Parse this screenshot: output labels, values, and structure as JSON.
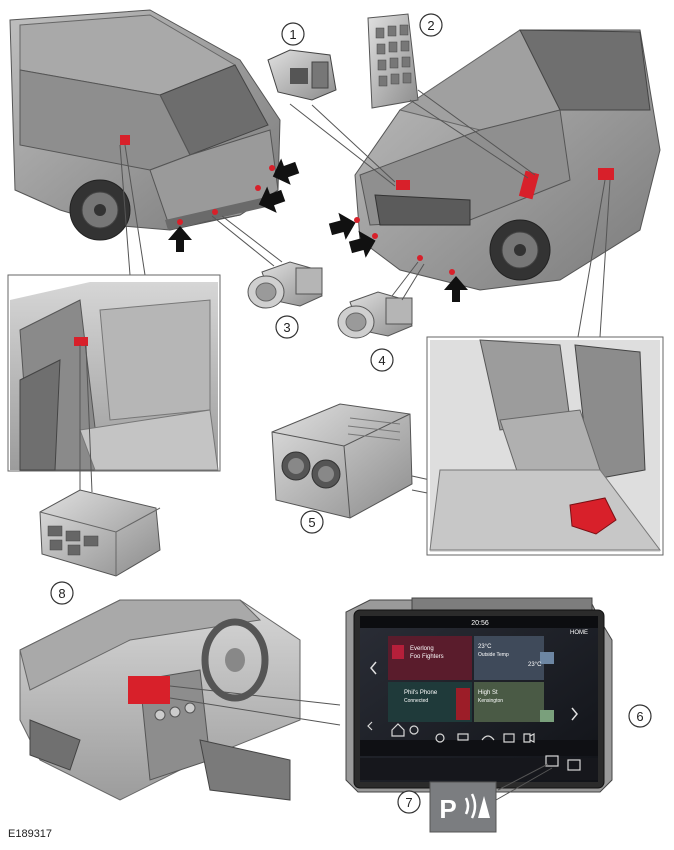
{
  "figure_id": "E189317",
  "callouts": {
    "c1": "1",
    "c2": "2",
    "c3": "3",
    "c4": "4",
    "c5": "5",
    "c6": "6",
    "c7": "7",
    "c8": "8"
  },
  "touchscreen": {
    "time": "20:56",
    "home_label": "HOME",
    "tile1_line1": "Everlong",
    "tile1_line2": "Foo Fighters",
    "tile2_line1": "23°C",
    "tile2_line2": "Outside Temp",
    "tile2_value": "23°C",
    "tile3_line1": "Phil's Phone",
    "tile3_line2": "Connected",
    "tile4_line1": "High St",
    "tile4_line2": "Kensington",
    "pdc_icon_label": "P"
  },
  "colors": {
    "component_highlight": "#d8202a",
    "arrow": "#111111",
    "screen_bg": "#1b1d24"
  }
}
